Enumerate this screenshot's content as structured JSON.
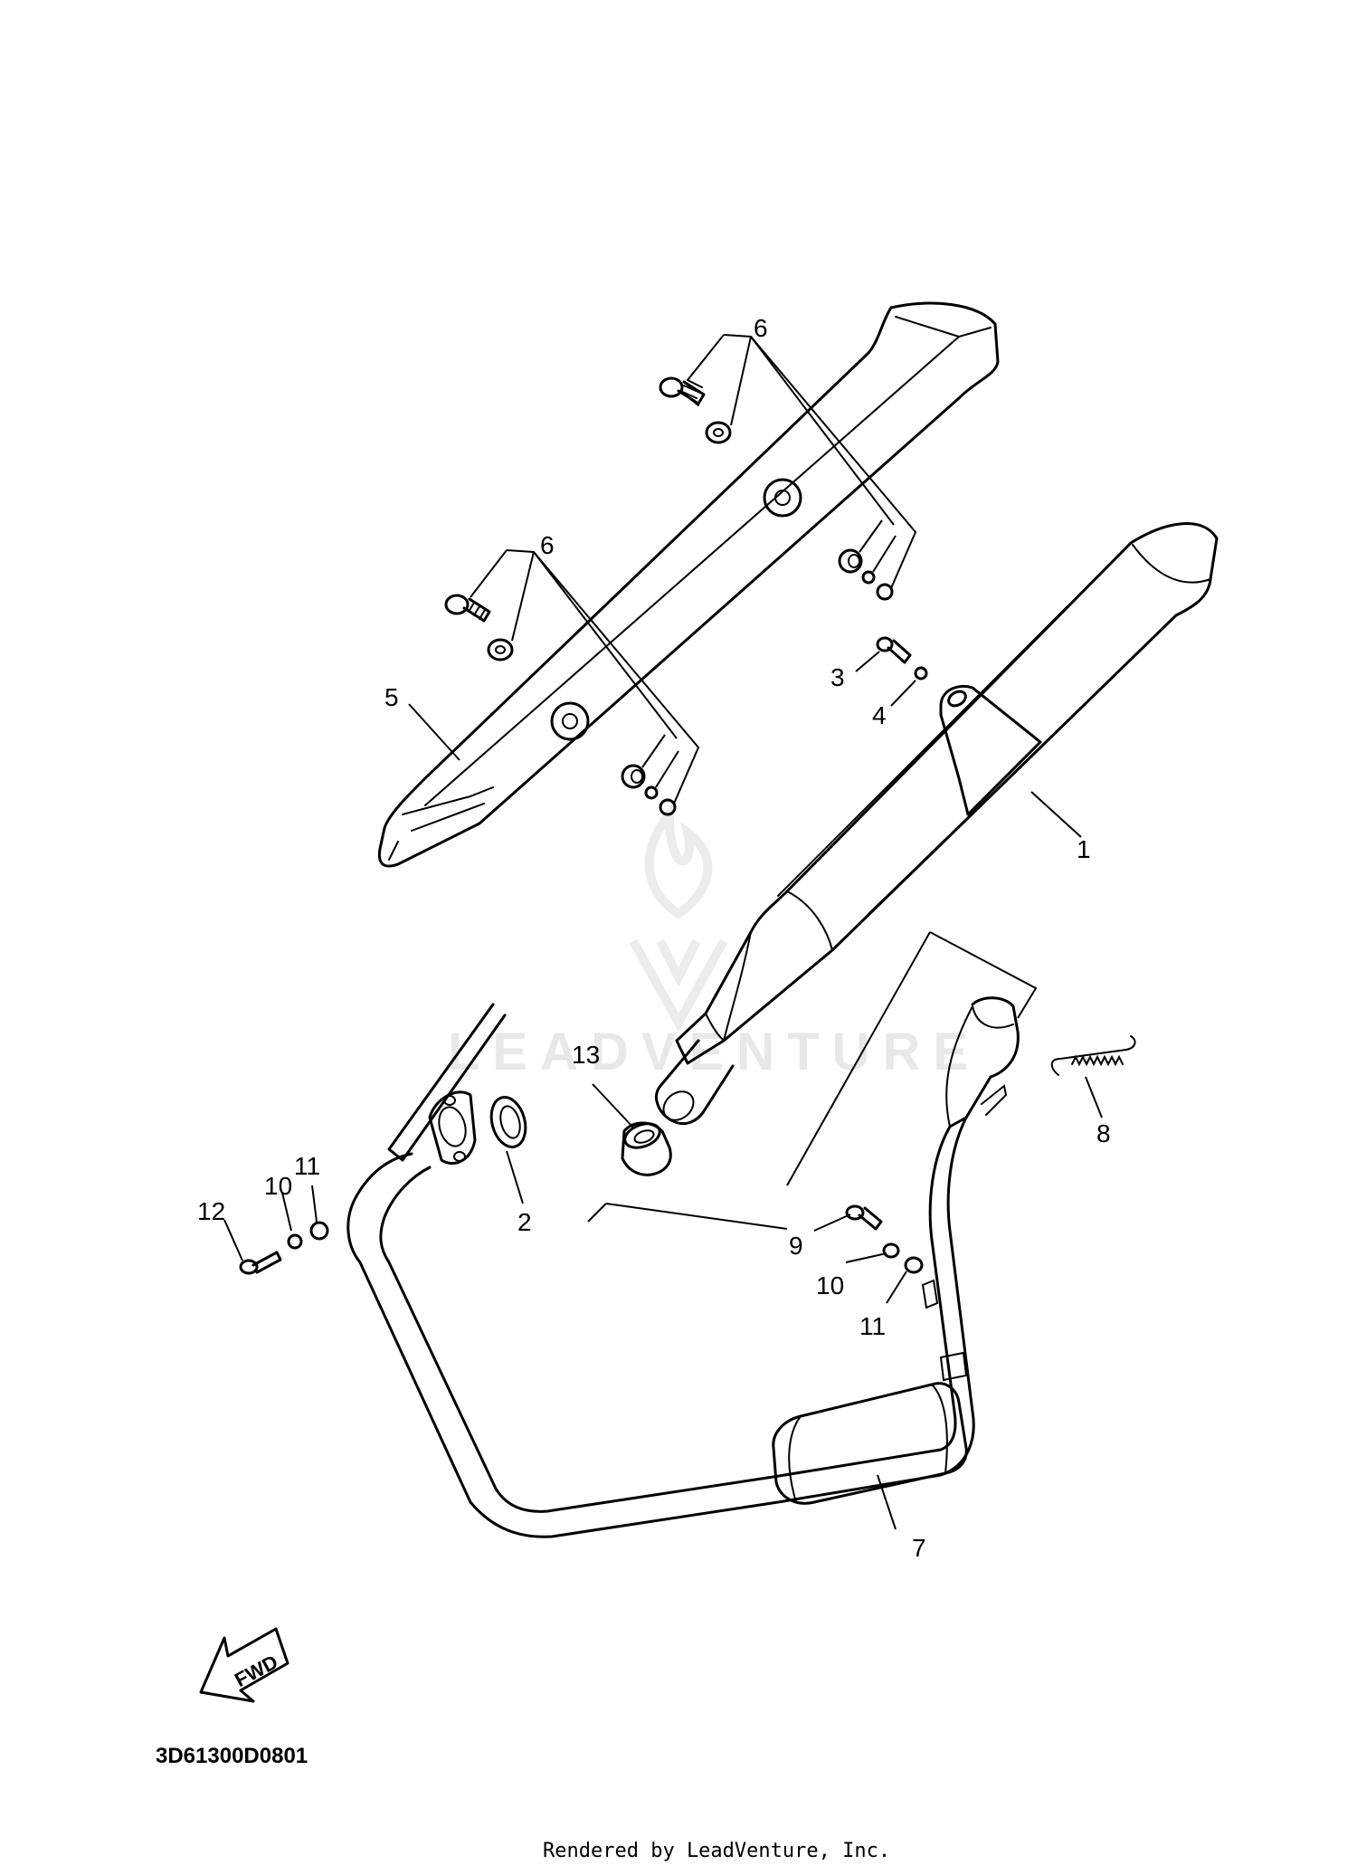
{
  "watermark": {
    "text": "LEADVENTURE"
  },
  "callouts": [
    {
      "id": "1",
      "label": "1"
    },
    {
      "id": "2",
      "label": "2"
    },
    {
      "id": "3",
      "label": "3"
    },
    {
      "id": "4",
      "label": "4"
    },
    {
      "id": "5",
      "label": "5"
    },
    {
      "id": "6a",
      "label": "6"
    },
    {
      "id": "6b",
      "label": "6"
    },
    {
      "id": "7",
      "label": "7"
    },
    {
      "id": "8",
      "label": "8"
    },
    {
      "id": "9",
      "label": "9"
    },
    {
      "id": "10a",
      "label": "10"
    },
    {
      "id": "10b",
      "label": "10"
    },
    {
      "id": "11a",
      "label": "11"
    },
    {
      "id": "11b",
      "label": "11"
    },
    {
      "id": "12",
      "label": "12"
    },
    {
      "id": "13",
      "label": "13"
    }
  ],
  "fwd_label": "FWD",
  "diagram_code": "3D61300D0801",
  "footer": "Rendered by LeadVenture, Inc."
}
